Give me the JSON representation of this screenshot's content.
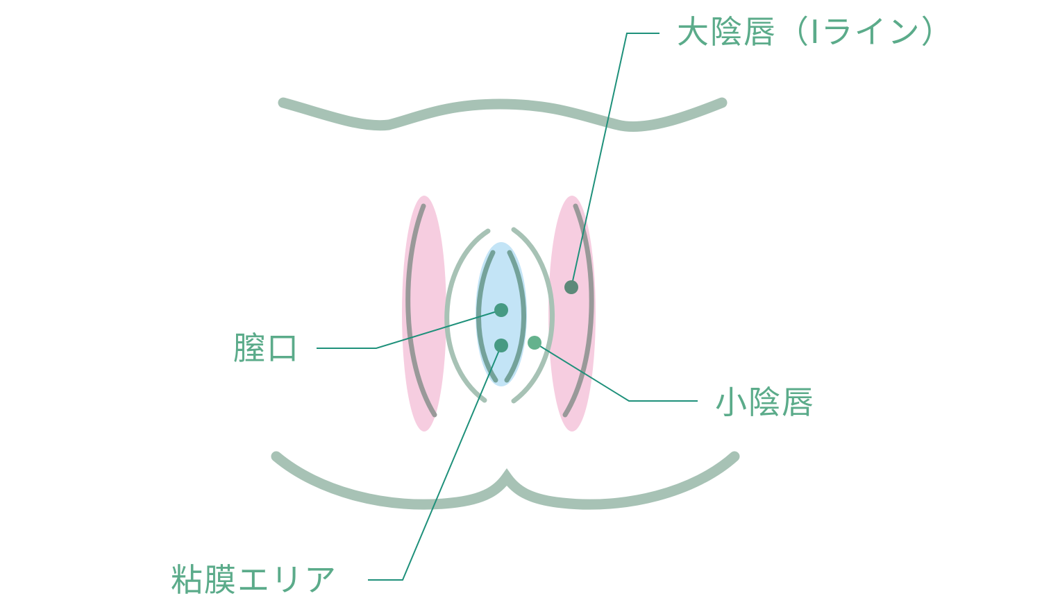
{
  "labels": {
    "labia_majora": "大陰唇（Iライン）",
    "vaginal_opening": "膣口",
    "labia_minora": "小陰唇",
    "mucosa_area": "粘膜エリア"
  },
  "colors": {
    "outline": "#a7c2b5",
    "labia_majora_fill": "#f6cde0",
    "labia_majora_stroke": "#999999",
    "mucosa_fill": "#c3e4f6",
    "mucosa_stroke": "#74a29a",
    "label_text": "#5bab8a",
    "leader_line": "#1e907a",
    "dot_labia_majora": "#5d8979",
    "dot_mucosa": "#469a83",
    "dot_labia_minora": "#65b28d"
  }
}
